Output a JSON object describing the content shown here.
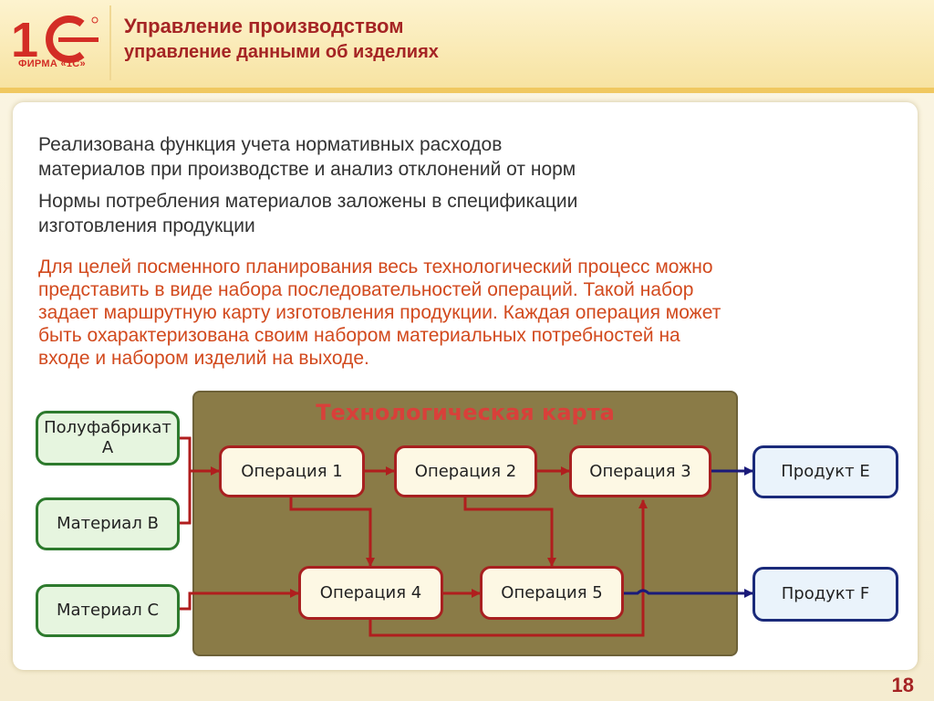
{
  "header": {
    "logo_text": "1С",
    "logo_caption": "ФИРМА «1С»",
    "title": "Управление производством",
    "subtitle": "управление данными об изделиях"
  },
  "content": {
    "para1": [
      "Реализована функция учета нормативных расходов",
      "материалов при производстве и анализ отклонений от норм"
    ],
    "para2": [
      "Нормы потребления материалов заложены в спецификации",
      "изготовления продукции"
    ],
    "para3": [
      "Для целей посменного планирования весь технологический процесс можно",
      "представить в виде набора последовательностей операций. Такой набор",
      "задает маршрутную карту изготовления продукции. Каждая операция может",
      "быть охарактеризована своим набором материальных потребностей на",
      "входе и набором изделий на выходе."
    ]
  },
  "diagram": {
    "title": "Технологическая карта",
    "inputs": {
      "semi_a": "Полуфабрикат А",
      "material_b": "Материал В",
      "material_c": "Материал С"
    },
    "operations": {
      "op1": "Операция 1",
      "op2": "Операция 2",
      "op3": "Операция 3",
      "op4": "Операция 4",
      "op5": "Операция 5"
    },
    "outputs": {
      "product_e": "Продукт Е",
      "product_f": "Продукт F"
    },
    "colors": {
      "area": "#8a7b47",
      "title": "#d8403a",
      "red_arrow": "#b01e1e",
      "blue_arrow": "#1a1a7a",
      "input_border": "#2d7a2d",
      "output_border": "#1a2a7a"
    }
  },
  "footer": {
    "page_number": "18"
  }
}
